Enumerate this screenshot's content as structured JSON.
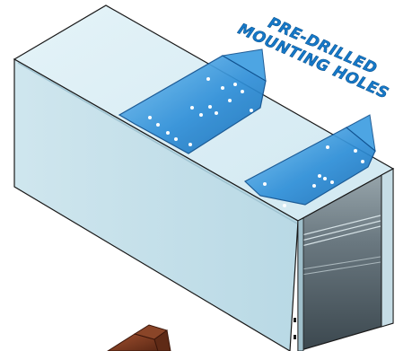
{
  "diagram": {
    "callout": {
      "line1": "PRE-DRILLED",
      "line2": "MOUNTING HOLES"
    },
    "colors": {
      "channel_top": "#d9edf4",
      "channel_side": "#c2dfe9",
      "channel_outline": "#1a1a1a",
      "interior_dark": "#5b6a72",
      "plate_fill": "#2f8fd8",
      "plate_highlight": "#7cc4f2",
      "callout_text": "#1578c8",
      "bracket_brown": "#7b3b23"
    },
    "icons": [
      "mounting-plate",
      "callout-arrow",
      "mounting-hole",
      "wood-bracket"
    ]
  }
}
